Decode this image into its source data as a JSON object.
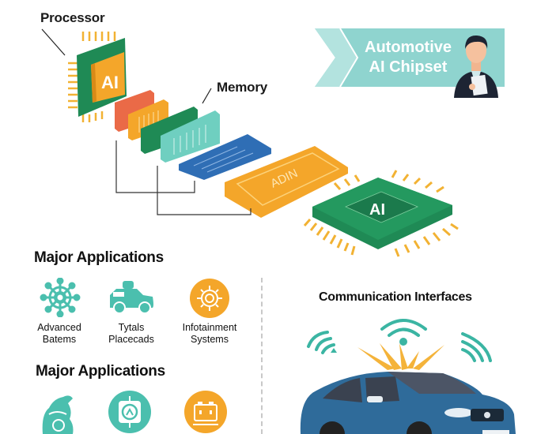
{
  "diagram": {
    "processor_label": "Processor",
    "memory_label": "Memory",
    "processor_chip_text": "AI",
    "accelerator_text": "ADIN",
    "main_chip_text": "AI"
  },
  "banner": {
    "title_line1": "Automotive",
    "title_line2": "AI Chipset",
    "color": "#8fd4cf"
  },
  "applications": {
    "heading1": "Major Applications",
    "row1": [
      {
        "icon": "steering-network-icon",
        "line1": "Advanced",
        "line2": "Batems"
      },
      {
        "icon": "vehicle-icon",
        "line1": "Tytals",
        "line2": "Placecads"
      },
      {
        "icon": "gear-icon",
        "line1": "Infotainment",
        "line2": "Systems"
      }
    ],
    "heading2": "Major Applications",
    "row2": [
      {
        "icon": "driver-head-icon"
      },
      {
        "icon": "sensor-target-icon"
      },
      {
        "icon": "battery-icon"
      }
    ]
  },
  "communication": {
    "heading": "Communication Interfaces"
  },
  "colors": {
    "teal": "#4bbfae",
    "orange": "#f4a62a",
    "green": "#1f8a55",
    "blue": "#2f6eb5",
    "red": "#ea6a47",
    "car": "#2f6b9a"
  }
}
